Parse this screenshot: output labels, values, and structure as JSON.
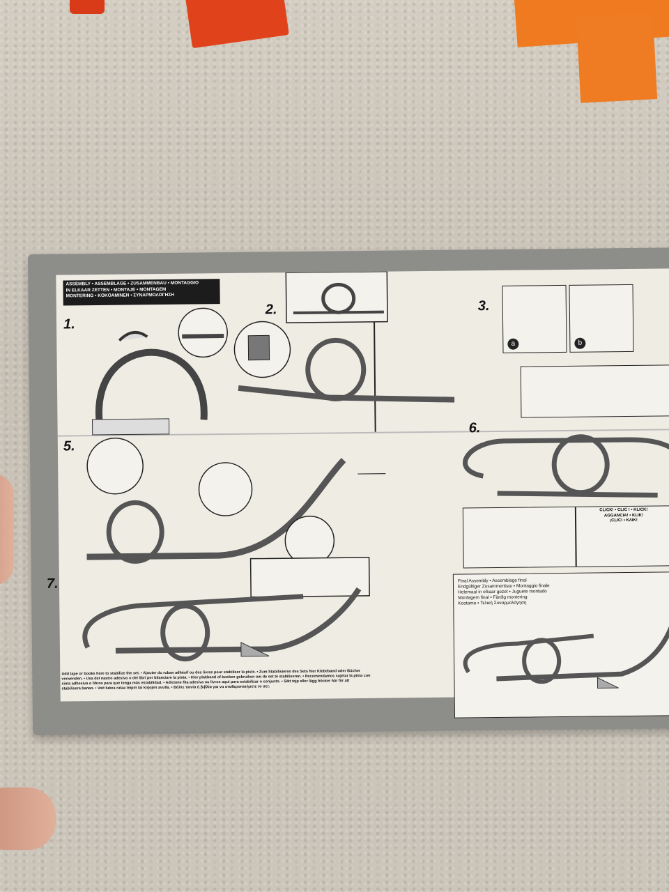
{
  "header": {
    "line1": "ASSEMBLY • ASSEMBLAGE • ZUSAMMENBAU • MONTAGGIO",
    "line2": "IN ELKAAR ZETTEN • MONTAJE • MONTAGEM",
    "line3": "MONTERING • KOKOAMINEN • ΣΥΝΑΡΜΟΛΟΓΗΣΗ"
  },
  "steps": {
    "s1": "1.",
    "s2": "2.",
    "s3": "3.",
    "s5": "5.",
    "s6": "6.",
    "s7": "7."
  },
  "step3_labels": {
    "a": "a",
    "b": "b"
  },
  "click_box": {
    "line1": "CLICK! • CLIC ! • KLICK!",
    "line2": "AGGANCIA! • KLIK!",
    "line3": "¡CLIC! • KΛΙΚ!"
  },
  "final": {
    "line1": "Final Assembly • Assemblage final",
    "line2": "Endgültiger Zusammenbau • Montaggio finale",
    "line3": "Helemaal in elkaar gezet • Juguete montado",
    "line4": "Montagem final • Färdig montering",
    "line5": "Kootamo • Τελική Συναρμολόγηση"
  },
  "warning": {
    "line1": "Add tape or books here to stabilize the set. • Ajouter du ruban adhésif ou des livres pour stabiliser la piste. • Zum Stabilisieren des Sets hier Klebeband oder Bücher",
    "line2": "verwenden. • Usa del nastro adesivo o dei libri per bilanciare la pista. • Hier plakband of boeken gebruiken om de set te stabiliseren. • Recomendamos sujetar la pista con",
    "line3": "cinta adhesiva o libros para que tenga más estabilidad. • Adicione fita adesiva ou livros aqui para estabilizar o conjunto. • Sätt tejp eller lägg böcker här för att",
    "line4": "stabilisera banan. • Voit lukea rataa teipin tai kirjojen avulla. • Βάλτε ταινία ή βιβλία για να σταθεροποιήσετε το σετ."
  },
  "colors": {
    "paper": "#efece4",
    "border": "#8d8d8a",
    "carpet": "#c9c3b8",
    "toy_red": "#e0421c",
    "toy_orange": "#f07a1f"
  }
}
